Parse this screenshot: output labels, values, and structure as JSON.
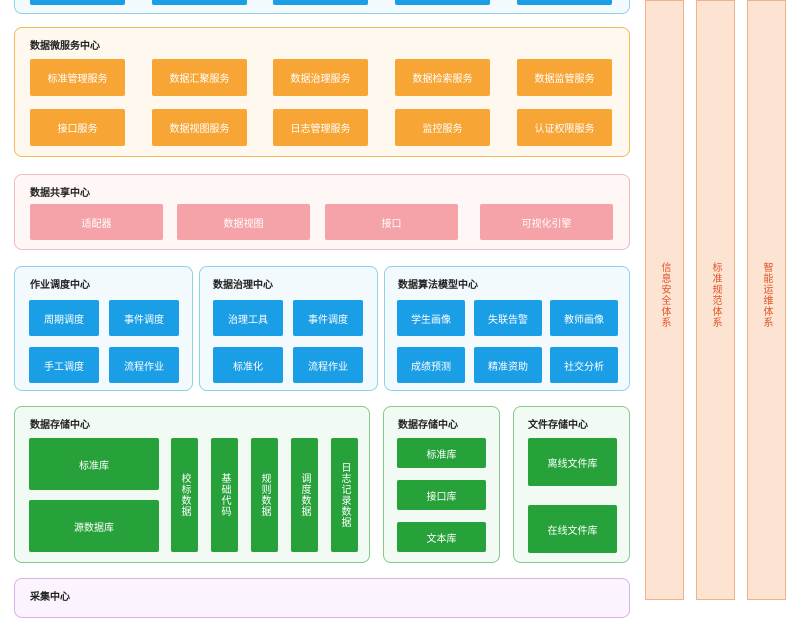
{
  "microservice": {
    "title": "数据微服务中心",
    "row1": [
      "标准管理服务",
      "数据汇聚服务",
      "数据治理服务",
      "数据检索服务",
      "数据监管服务"
    ],
    "row2": [
      "接口服务",
      "数据视图服务",
      "日志管理服务",
      "监控服务",
      "认证权限服务"
    ]
  },
  "sharing": {
    "title": "数据共享中心",
    "items": [
      "适配器",
      "数据视图",
      "接口",
      "可视化引擎"
    ]
  },
  "job_schedule": {
    "title": "作业调度中心",
    "items": [
      "周期调度",
      "事件调度",
      "手工调度",
      "流程作业"
    ]
  },
  "governance": {
    "title": "数据治理中心",
    "items": [
      "治理工具",
      "事件调度",
      "标准化",
      "流程作业"
    ]
  },
  "algorithm": {
    "title": "数据算法模型中心",
    "items": [
      "学生画像",
      "失联告警",
      "教师画像",
      "成绩预测",
      "精准资助",
      "社交分析"
    ]
  },
  "storage_main": {
    "title": "数据存储中心",
    "blocks": [
      "标准库",
      "源数据库"
    ],
    "columns": [
      "校标数据",
      "基础代码",
      "规则数据",
      "调度数据",
      "日志记录数据"
    ]
  },
  "storage_second": {
    "title": "数据存储中心",
    "items": [
      "标准库",
      "接口库",
      "文本库"
    ]
  },
  "file_storage": {
    "title": "文件存储中心",
    "items": [
      "离线文件库",
      "在线文件库"
    ]
  },
  "collection": {
    "title": "采集中心"
  },
  "sidebars": [
    "信息安全体系",
    "标准规范体系",
    "智能运维体系"
  ],
  "colors": {
    "orange": "#f7a535",
    "pink": "#f5a3a8",
    "blue": "#1a9ee6",
    "green": "#27a23b",
    "side_text": "#e0542a"
  }
}
